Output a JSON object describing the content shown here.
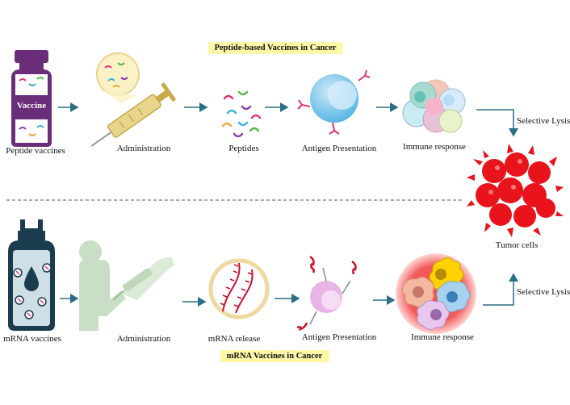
{
  "top_title": "Peptide-based Vaccines in Cancer",
  "bottom_title": "mRNA Vaccines in Cancer",
  "top_vial_text": "Vaccine",
  "top_labels": {
    "peptide_vaccines": "Peptide vaccines",
    "administration": "Administration",
    "peptides": "Peptides",
    "antigen_presentation": "Antigen Presentation",
    "immune_response": "Immune response",
    "selective_lysis": "Selective Lysis"
  },
  "tumor_label": "Tumor cells",
  "bottom_labels": {
    "mrna_vaccines": "mRNA vaccines",
    "administration": "Administration",
    "mrna_release": "mRNA release",
    "antigen_presentation": "Antigen Presentation",
    "immune_response": "Immune response",
    "selective_lysis": "Selective Lysis"
  },
  "colors": {
    "arrow": "#2a6f86",
    "vial_purple": "#6a2d7a",
    "vial_navy": "#1b3b4f",
    "tumor_red": "#e8131b",
    "highlight": "#fff7a8"
  }
}
